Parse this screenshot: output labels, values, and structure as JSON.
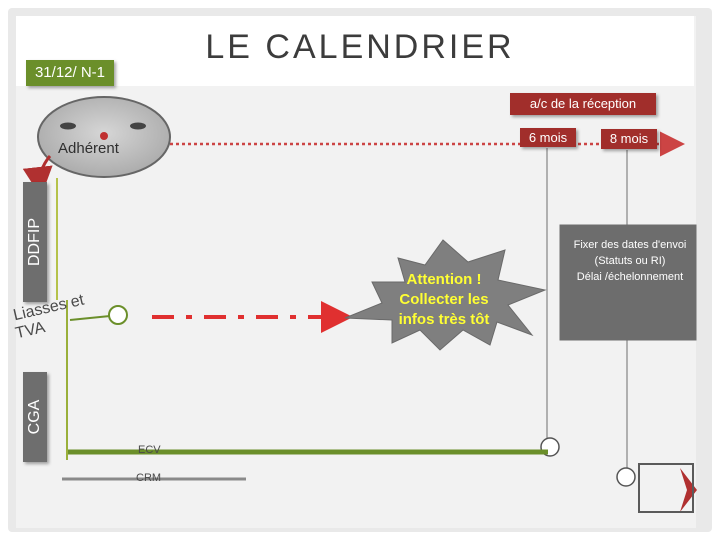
{
  "slide": {
    "title": "LE CALENDRIER",
    "date_badge": "31/12/ N-1"
  },
  "timeline": {
    "reception_label": "a/c de la réception",
    "six_mois": "6 mois",
    "eight_mois": "8 mois"
  },
  "actors": {
    "adherent": "Adhérent",
    "ddfip": "DDFIP",
    "cga": "CGA"
  },
  "notes": {
    "fixer": [
      "Fixer des dates d'envoi",
      "(Statuts ou RI)",
      "Délai /échelonnement"
    ],
    "attention": [
      "Attention !",
      "Collecter les",
      "infos très tôt"
    ],
    "cotisations": [
      "Liasses et",
      "TVA"
    ]
  },
  "bars": {
    "ecv": "ECV",
    "crm": "CRM"
  },
  "colors": {
    "green": "#6b8f2a",
    "red_label": "#a12e2b",
    "gray_label": "#6e6e6e",
    "burst": "#7f7f7f",
    "attention_text": "#ffff33",
    "dashed_red": "#d83b3b"
  }
}
